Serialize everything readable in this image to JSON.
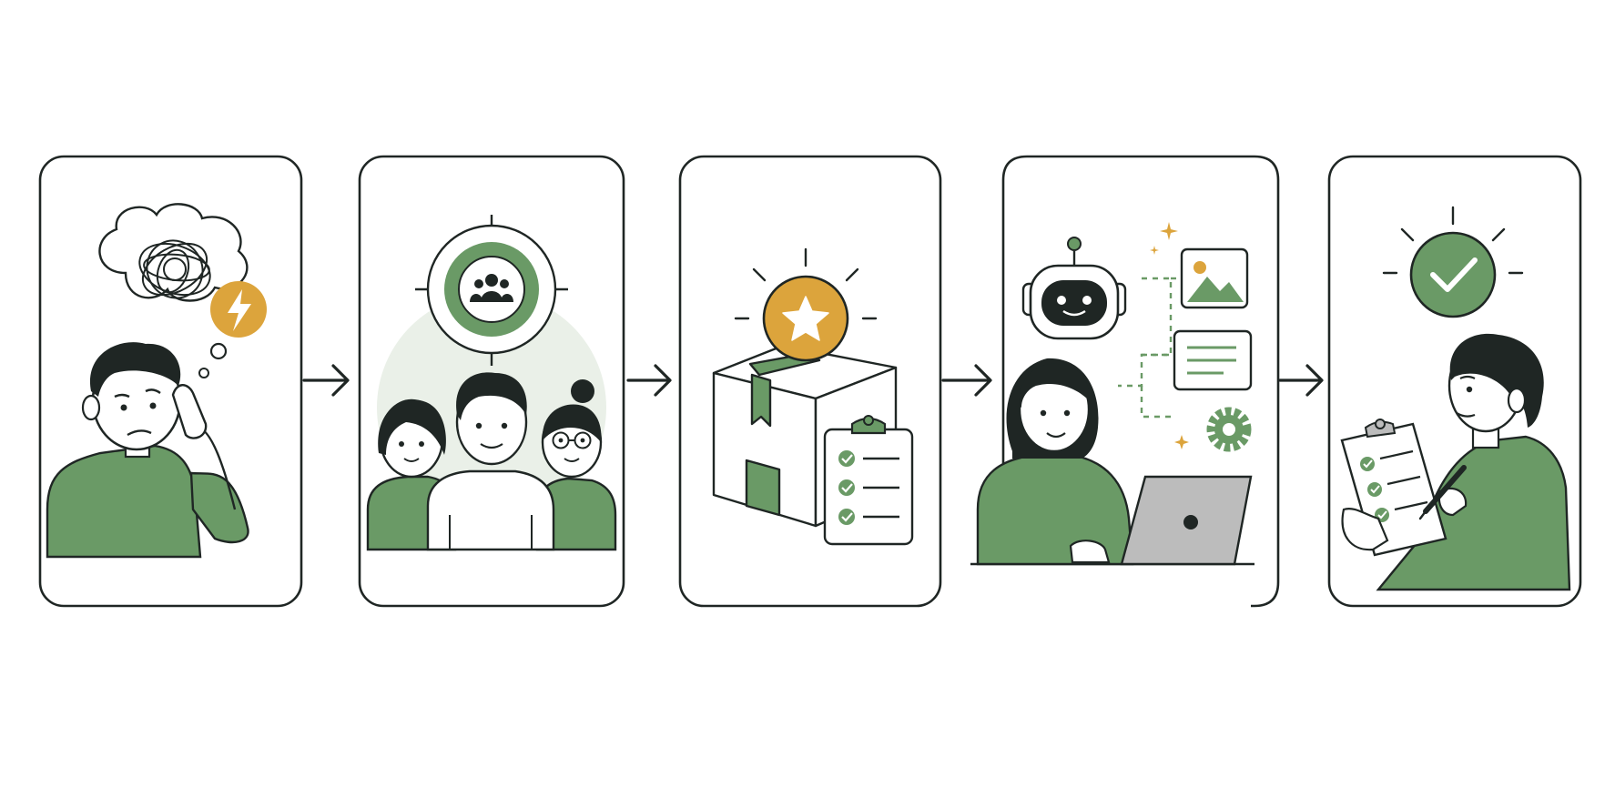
{
  "colors": {
    "ink": "#1f2624",
    "green": "#6a9a66",
    "green_soft": "#eaf0e8",
    "gold": "#dca43c",
    "gray": "#bcbcbc",
    "background": "#ffffff"
  },
  "steps": [
    {
      "id": "confused",
      "icons": [
        "person-icon",
        "thought-bubble-icon",
        "tangled-lines-icon",
        "lightning-bolt-icon"
      ]
    },
    {
      "id": "target-audience",
      "icons": [
        "target-icon",
        "people-group-icon",
        "person-icon"
      ]
    },
    {
      "id": "product",
      "icons": [
        "box-icon",
        "star-badge-icon",
        "clipboard-checklist-icon"
      ]
    },
    {
      "id": "ai-creation",
      "icons": [
        "robot-icon",
        "image-icon",
        "text-card-icon",
        "gear-icon",
        "laptop-icon",
        "person-icon"
      ]
    },
    {
      "id": "review",
      "icons": [
        "check-badge-icon",
        "clipboard-checklist-icon",
        "pen-icon",
        "person-icon"
      ]
    }
  ],
  "connectors": 4
}
